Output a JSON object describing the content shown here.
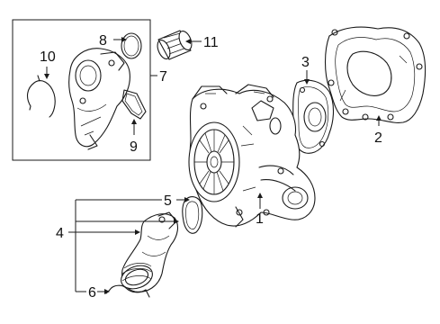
{
  "colors": {
    "line": "#1a1a1a",
    "background": "#ffffff",
    "text": "#111111"
  },
  "callouts": {
    "c1": "1",
    "c2": "2",
    "c3": "3",
    "c4": "4",
    "c5": "5",
    "c6": "6",
    "c7": "7",
    "c8": "8",
    "c9": "9",
    "c10": "10",
    "c11": "11"
  }
}
